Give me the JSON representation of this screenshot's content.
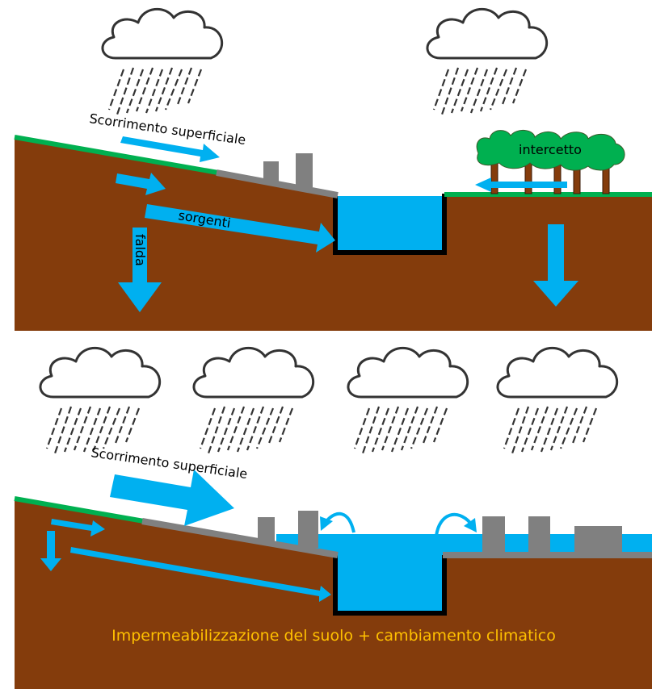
{
  "top_panel": {
    "runoff_label": "Scorrimento superficiale",
    "springs_label": "sorgenti",
    "groundwater_label": "falda",
    "interception_label": "intercetto"
  },
  "bottom_panel": {
    "runoff_label": "Scorrimento superficiale",
    "caption": "Impermeabilizzazione del suolo + cambiamento climatico"
  },
  "colors": {
    "soil": "#843c0c",
    "water": "#00b0f0",
    "grass": "#00b050",
    "pavement": "#808080",
    "caption": "#ffc000",
    "tree_canopy": "#00b050",
    "trunk": "#843c0c"
  }
}
